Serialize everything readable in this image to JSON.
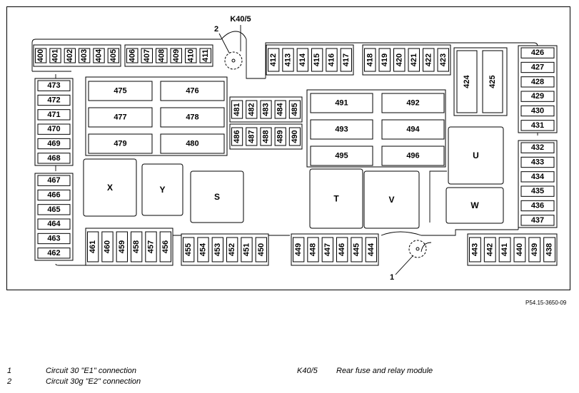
{
  "diagram": {
    "callouts": {
      "k40": "K40/5",
      "c2": "2",
      "c1": "1"
    },
    "fuse_groups": {
      "top_left_a": [
        "400",
        "401",
        "402",
        "403",
        "404",
        "405"
      ],
      "top_left_b": [
        "406",
        "407",
        "408",
        "409",
        "410",
        "411"
      ],
      "top_mid_a": [
        "412",
        "413",
        "414",
        "415",
        "416",
        "417"
      ],
      "top_mid_b": [
        "418",
        "419",
        "420",
        "421",
        "422",
        "423"
      ],
      "left_upper": [
        "473",
        "472",
        "471",
        "470",
        "469",
        "468"
      ],
      "left_lower": [
        "467",
        "466",
        "465",
        "464",
        "463",
        "462"
      ],
      "right_upper": [
        "426",
        "427",
        "428",
        "429",
        "430",
        "431"
      ],
      "right_lower": [
        "432",
        "433",
        "434",
        "435",
        "436",
        "437"
      ],
      "small_top": [
        "481",
        "482",
        "483",
        "484",
        "485"
      ],
      "small_bottom": [
        "486",
        "487",
        "488",
        "489",
        "490"
      ],
      "bottom_a": [
        "461",
        "460",
        "459",
        "458",
        "457",
        "456"
      ],
      "bottom_b": [
        "455",
        "454",
        "453",
        "452",
        "451",
        "450"
      ],
      "bottom_c": [
        "449",
        "448",
        "447",
        "446",
        "445",
        "444"
      ],
      "bottom_d": [
        "443",
        "442",
        "441",
        "440",
        "439",
        "438"
      ]
    },
    "tall_fuses": [
      "424",
      "425"
    ],
    "relays_left": [
      "475",
      "476",
      "477",
      "478",
      "479",
      "480"
    ],
    "relays_mid": [
      "491",
      "492",
      "493",
      "494",
      "495",
      "496"
    ],
    "relay_blocks": {
      "x": "X",
      "y": "Y",
      "s": "S",
      "t": "T",
      "v": "V",
      "u": "U",
      "w": "W"
    }
  },
  "reference": "P54.15-3650-09",
  "legend": [
    {
      "num": "1",
      "text": "Circuit 30 \"E1\" connection"
    },
    {
      "num": "2",
      "text": "Circuit 30g \"E2\" connection"
    },
    {
      "num": "K40/5",
      "text": "Rear fuse and relay module"
    }
  ]
}
